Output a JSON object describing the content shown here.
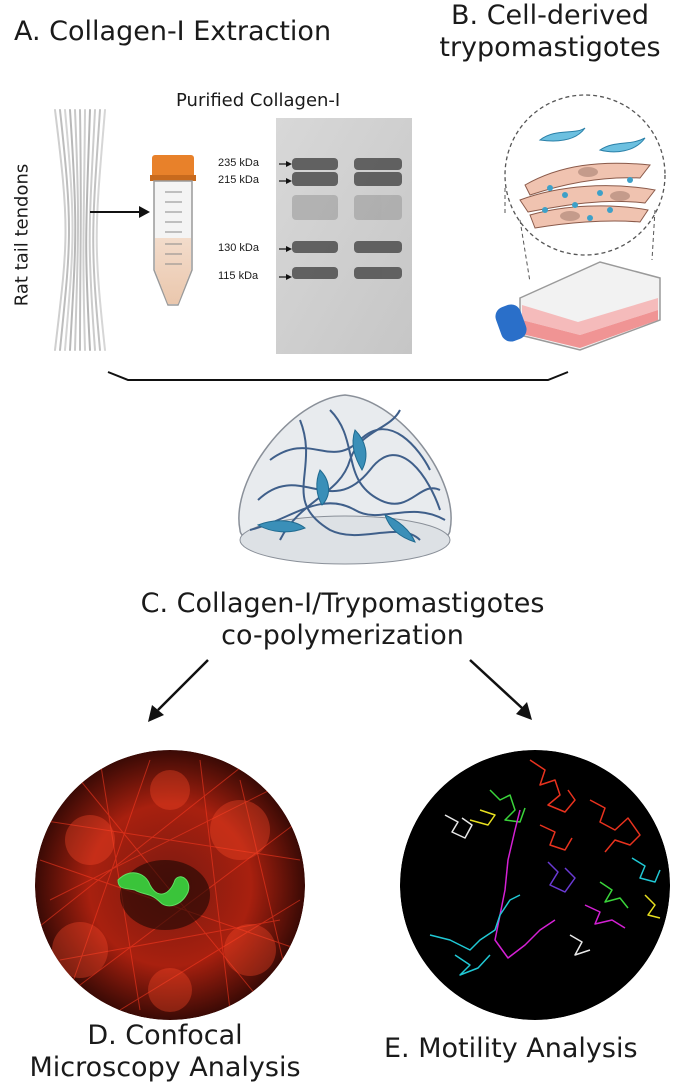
{
  "panel_a": {
    "title": "A. Collagen-I Extraction",
    "tendon_label": "Rat tail tendons",
    "gel_title": "Purified Collagen-I",
    "bands": [
      "235 kDa",
      "215 kDa",
      "130 kDa",
      "115 kDa"
    ]
  },
  "panel_b": {
    "title_line1": "B. Cell-derived",
    "title_line2": "trypomastigotes"
  },
  "panel_c": {
    "title_line1": "C. Collagen-I/Trypomastigotes",
    "title_line2": "co-polymerization"
  },
  "panel_d": {
    "title_line1": "D. Confocal",
    "title_line2": "Microscopy Analysis"
  },
  "panel_e": {
    "title": "E. Motility Analysis"
  },
  "colors": {
    "tube_cap": "#e8812a",
    "flask_cap": "#2a6fc9",
    "flask_medium": "#f08a8a",
    "parasite": "#3da0c8",
    "confocal_collagen": "#d42a1a",
    "confocal_parasite": "#3ac43a"
  }
}
